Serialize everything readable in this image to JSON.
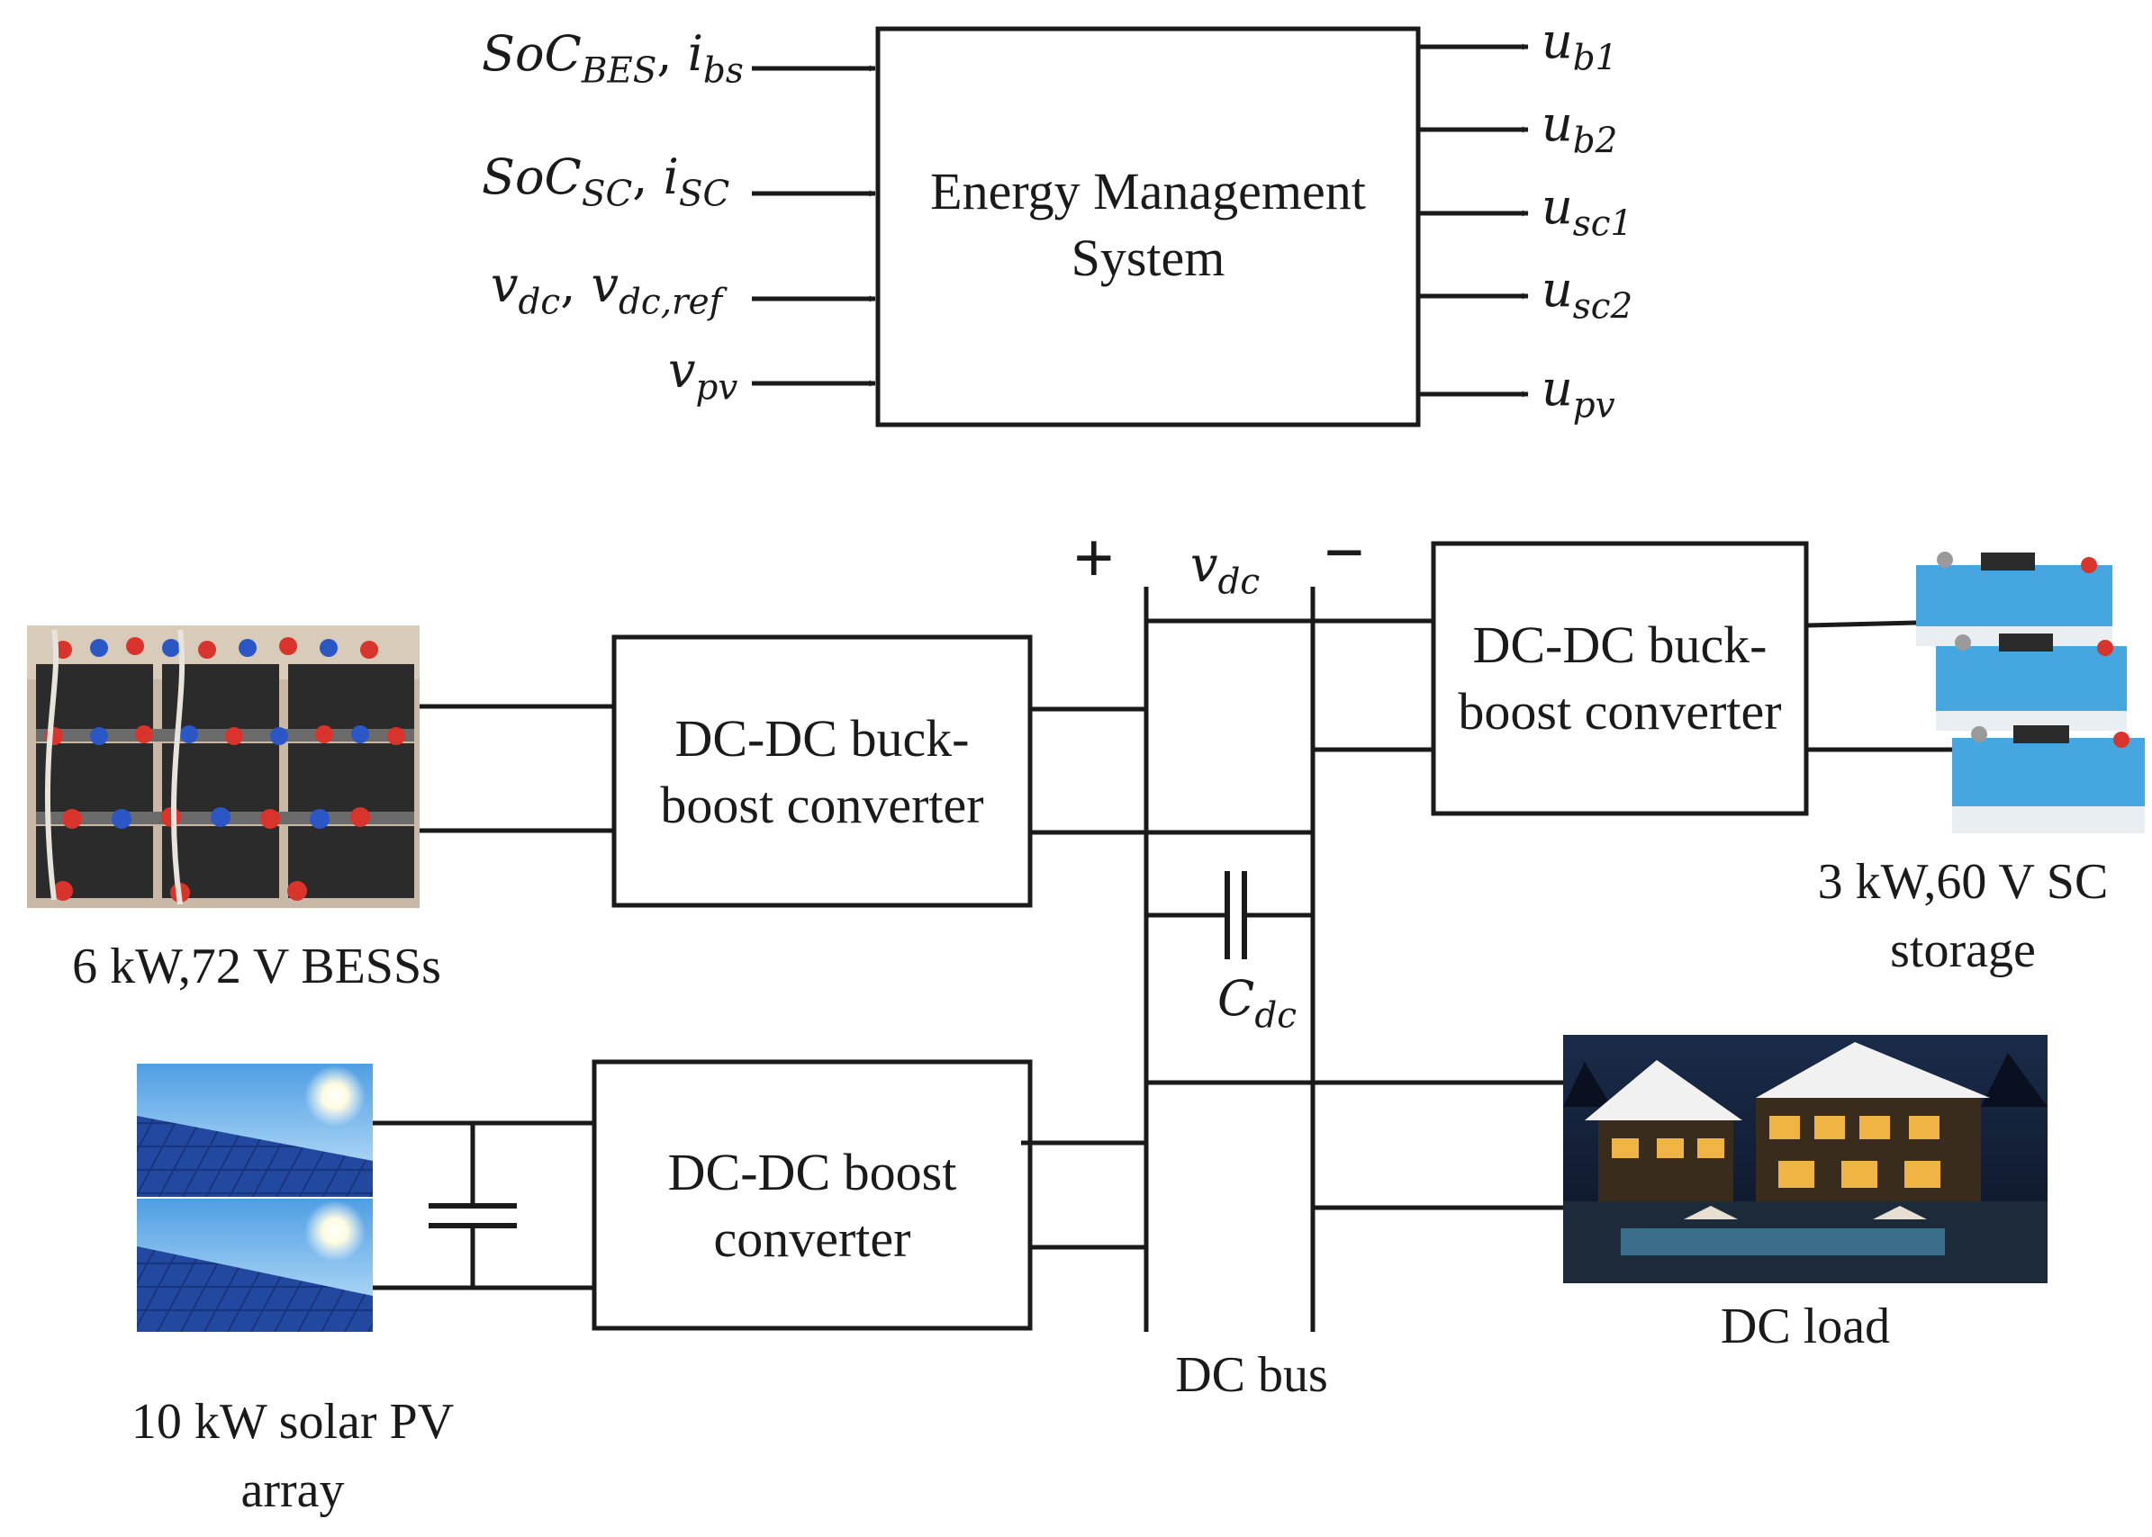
{
  "ems": {
    "title": "Energy Management System",
    "inputs": [
      {
        "main": "SoC",
        "sub": "BES",
        "main2": "i",
        "sub2": "bs"
      },
      {
        "main": "SoC",
        "sub": "SC",
        "main2": "i",
        "sub2": "SC"
      },
      {
        "main": "v",
        "sub": "dc",
        "main2": "v",
        "sub2": "dc,ref"
      },
      {
        "main": "v",
        "sub": "pv"
      }
    ],
    "outputs": [
      {
        "main": "u",
        "sub": "b1"
      },
      {
        "main": "u",
        "sub": "b2"
      },
      {
        "main": "u",
        "sub": "sc1"
      },
      {
        "main": "u",
        "sub": "sc2"
      },
      {
        "main": "u",
        "sub": "pv"
      }
    ]
  },
  "converters": {
    "bes": {
      "line1": "DC-DC buck-",
      "line2": "boost converter"
    },
    "sc": {
      "line1": "DC-DC buck-",
      "line2": "boost converter"
    },
    "pv": {
      "line1": "DC-DC boost",
      "line2": "converter"
    }
  },
  "bus": {
    "plus": "+",
    "minus": "−",
    "voltage": {
      "main": "v",
      "sub": "dc"
    },
    "capacitor": {
      "main": "C",
      "sub": "dc"
    },
    "label": "DC bus"
  },
  "sources": {
    "bess": "6 kW,72 V BESSs",
    "sc": {
      "line1": "3 kW,60 V SC",
      "line2": "storage"
    },
    "load": "DC load",
    "pv": {
      "line1": "10 kW solar PV",
      "line2": "array"
    }
  },
  "colors": {
    "line": "#1a1a1a",
    "sky": "#8cc8f0",
    "panel": "#1d3f88",
    "battery_red": "#d9342b",
    "battery_blue": "#2a56c6",
    "sc_blue": "#45a6e0",
    "night": "#12203a",
    "warm_light": "#f0b445"
  }
}
